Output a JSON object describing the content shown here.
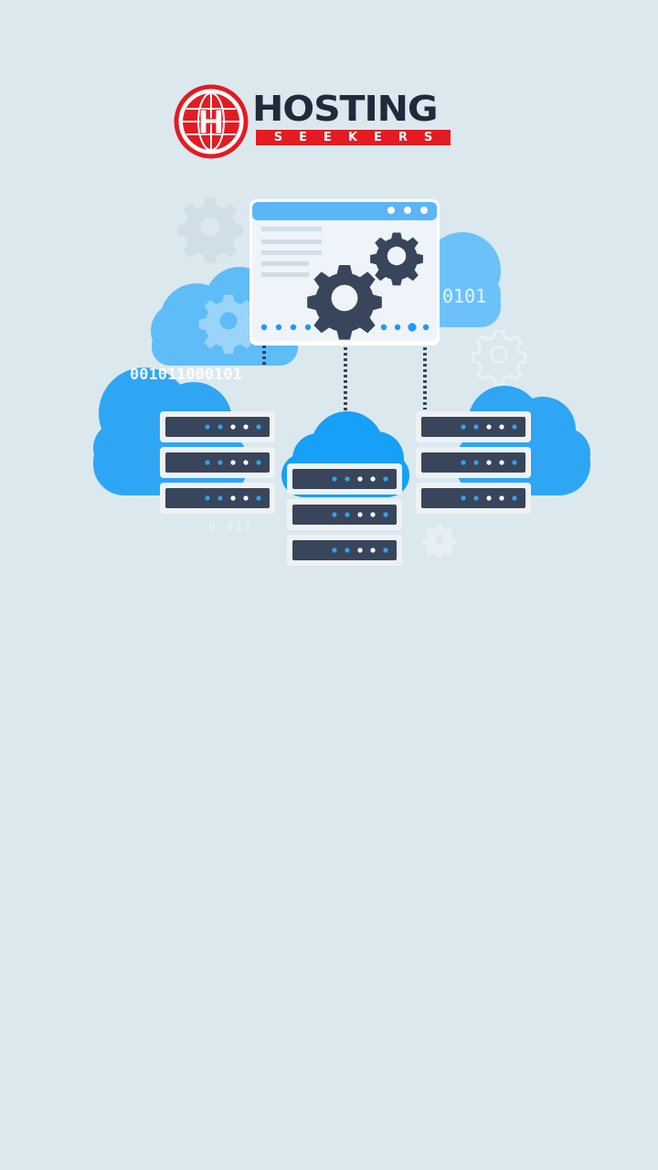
{
  "brand": {
    "name": "HOSTING",
    "tagline": "SEEKERS",
    "emblem_letter": "H",
    "colors": {
      "red": "#e31b23",
      "dark": "#1f2a3a"
    }
  },
  "illustration": {
    "binary_right": "0101",
    "binary_left": "001011000101",
    "binary_small": "0 011",
    "icons": [
      "cloud-icon",
      "gear-icon",
      "server-rack-icon",
      "browser-window-icon"
    ],
    "colors": {
      "cloud": "#33a9f5",
      "cloud_light": "#5ebcf7",
      "server": "#39455a",
      "background": "#dbe9ef"
    }
  }
}
